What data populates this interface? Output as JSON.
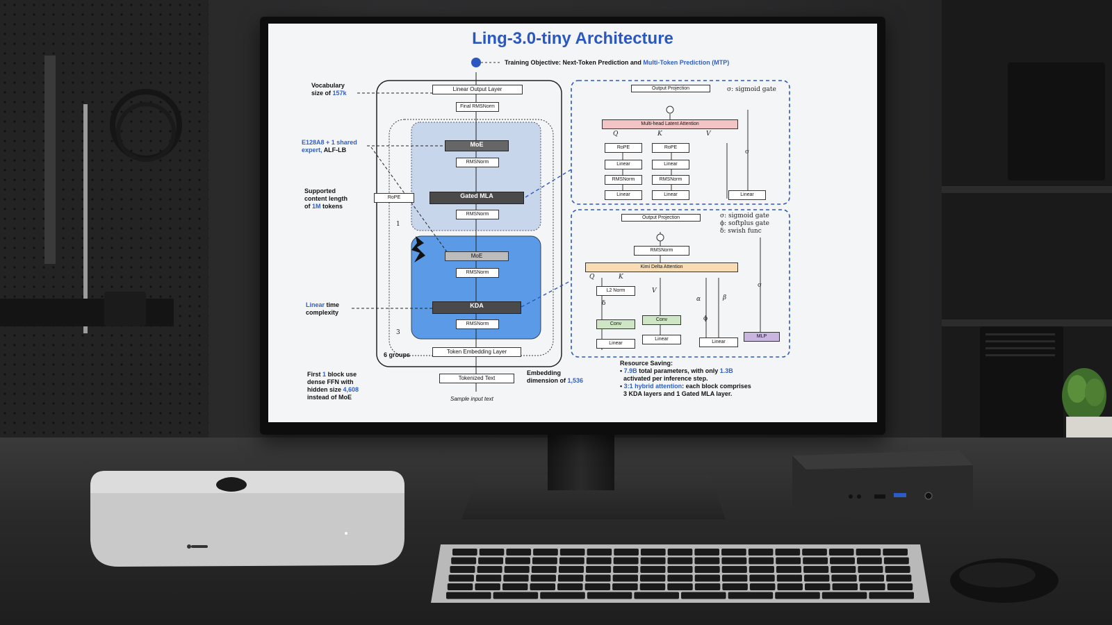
{
  "screen": {
    "title": "Ling-3.0-tiny Architecture",
    "training_objective_prefix": "Training Objective: Next-Token Prediction and",
    "training_objective_mtp": "Multi-Token Prediction (MTP)",
    "left_notes": {
      "vocab_prefix": "Vocabulary",
      "vocab_line2_prefix": "size of",
      "vocab_value": "157k",
      "expert_value": "E128A8 + 1 shared",
      "expert_line2_blue": "expert,",
      "expert_line2_rest": "ALF-LB",
      "context_line1": "Supported",
      "context_line2": "content length",
      "context_line3_prefix": "of",
      "context_value": "1M",
      "context_line3_suffix": "tokens",
      "linear_blue": "Linear",
      "linear_rest": "time",
      "linear_line2": "complexity",
      "first_line1_prefix": "First",
      "first_value": "1",
      "first_line1_suffix": "block use",
      "first_line2": "dense FFN with",
      "first_line3_prefix": "hidden size",
      "first_line3_value": "4,608",
      "first_line4": "instead of MoE"
    },
    "main_stack": {
      "linear_output_layer": "Linear Output Layer",
      "final_rmsnorm": "Final RMSNorm",
      "moe_top": "MoE",
      "rmsnorm_a": "RMSNorm",
      "rope": "RoPE",
      "gated_mla": "Gated MLA",
      "rmsnorm_b": "RMSNorm",
      "moe_bottom": "MoE",
      "rmsnorm_c": "RMSNorm",
      "kda": "KDA",
      "rmsnorm_d": "RMSNorm",
      "token_embedding_layer": "Token Embedding Layer",
      "tokenized_text": "Tokenized Text",
      "sample_input": "Sample input text",
      "count_1": "1",
      "count_3": "3",
      "groups": "6 groups",
      "embedding_line1": "Embedding",
      "embedding_line2_prefix": "dimension of",
      "embedding_value": "1,536"
    },
    "mla_panel": {
      "output_projection": "Output Projection",
      "sigma_legend": "σ: sigmoid gate",
      "attention": "Multi-head Latent Attention",
      "q": "Q",
      "k": "K",
      "v": "V",
      "rope1": "RoPE",
      "rope2": "RoPE",
      "linear1": "Linear",
      "linear2": "Linear",
      "rmsnorm1": "RMSNorm",
      "rmsnorm2": "RMSNorm",
      "linear3": "Linear",
      "linear4": "Linear",
      "linear5": "Linear",
      "sigma": "σ"
    },
    "kda_panel": {
      "output_projection": "Output Projection",
      "legend_sigma": "σ: sigmoid gate",
      "legend_phi": "ϕ: softplus gate",
      "legend_delta": "δ: swish func",
      "rmsnorm": "RMSNorm",
      "attention": "Kimi Delta Attention",
      "q": "Q",
      "k": "K",
      "v": "V",
      "alpha": "α",
      "beta": "β",
      "l2norm": "L2 Norm",
      "conv1": "Conv",
      "conv2": "Conv",
      "linear1": "Linear",
      "linear2": "Linear",
      "linear3": "Linear",
      "mlp": "MLP",
      "sigma": "σ",
      "phi": "ϕ",
      "delta": "δ"
    },
    "resource": {
      "heading": "Resource Saving:",
      "b1_val1": "7.9B",
      "b1_mid": "total parameters, with only",
      "b1_val2": "1.3B",
      "b1_line2": "activated per inference step.",
      "b2_blue": "3:1 hybrid attention",
      "b2_rest": ": each block comprises",
      "b2_line2": "3 KDA layers and 1 Gated MLA layer."
    }
  },
  "colors": {
    "accent_blue": "#2f5fc4",
    "kda_fill": "#5b9ae6",
    "mla_fill": "#c8d6ec",
    "attention_pink": "#f3c4c4",
    "kimi_orange": "#f7dcb4",
    "conv_green": "#cfe6c4",
    "mlp_purple": "#c9b6e0"
  }
}
